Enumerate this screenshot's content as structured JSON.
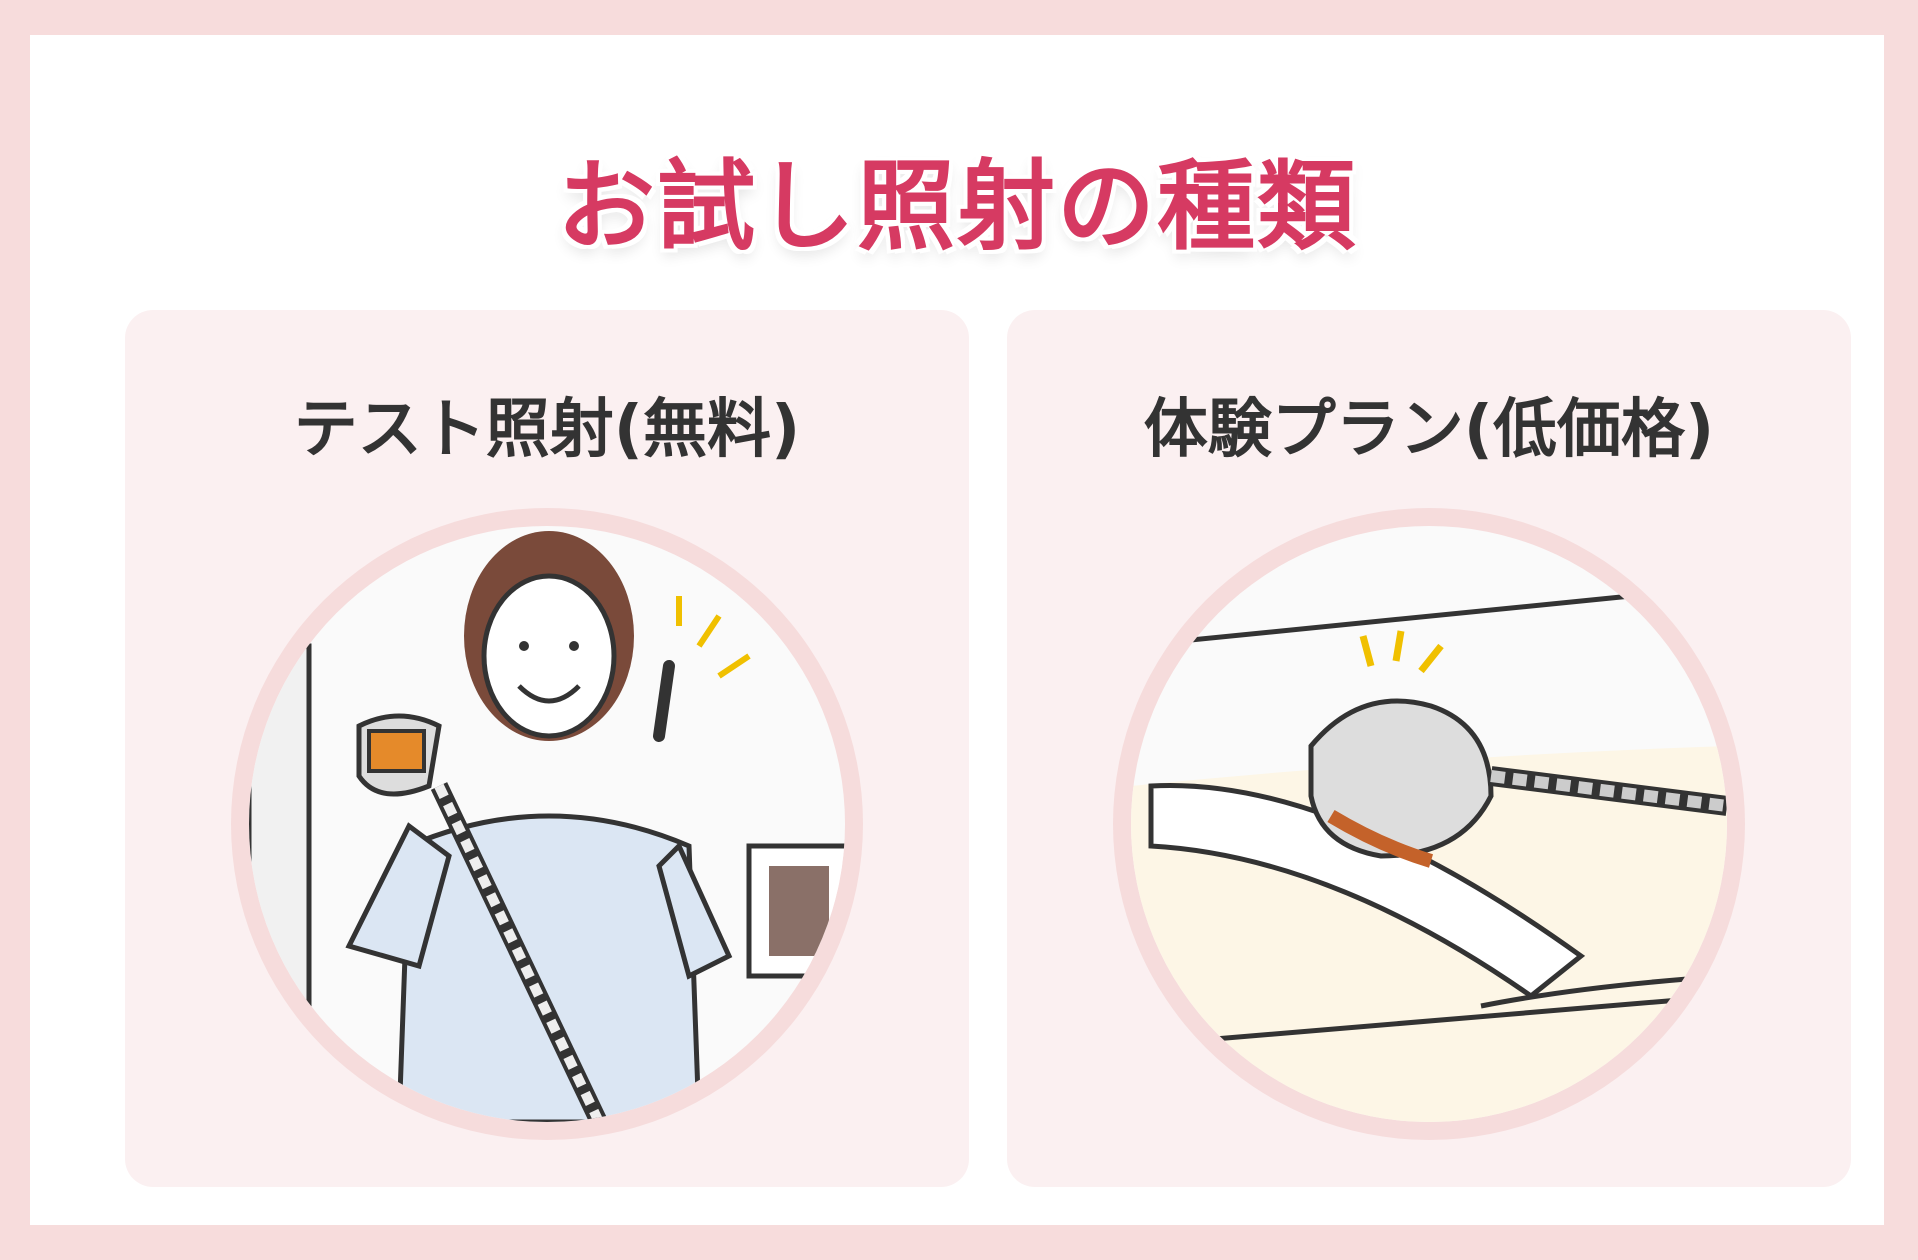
{
  "title": "お試し照射の種類",
  "panels": [
    {
      "label": "テスト照射(無料)",
      "illustration": "woman-holding-laser-device"
    },
    {
      "label": "体験プラン(低価格)",
      "illustration": "laser-on-arm-treatment"
    }
  ],
  "colors": {
    "accent": "#d63a62",
    "background": "#f7dcdc",
    "panel": "#fbf0f1"
  }
}
